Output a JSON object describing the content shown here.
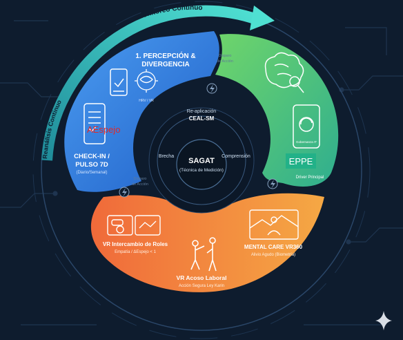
{
  "arcs": {
    "top_label": "Monitoreo Continuo",
    "left_label": "Reanálisis Continuo"
  },
  "segment_perception": {
    "title_line1": "1. PERCEPCIÓN &",
    "title_line2": "DIVERGENCIA",
    "caption_hrv": "HRV / VR",
    "checkin_line1": "CHECK-IN /",
    "checkin_line2": "PULSO 7D",
    "checkin_sub": "(Diario/Semanal)",
    "red_overlay": "AEspejo"
  },
  "segment_green": {
    "badge": "EPPE",
    "phone_caption": "Gobernanza IT",
    "driver": "Driver Principal",
    "trigger_top_line1": "Disparo",
    "trigger_top_line2": "de Acción"
  },
  "segment_orange": {
    "vr_roles_title": "VR Intercambio de Roles",
    "vr_roles_sub": "Empatía / ΔEspejo < 1",
    "vr_acoso_title": "VR Acoso Laboral",
    "vr_acoso_sub": "Acción Segura Ley Karin",
    "mental_title": "MENTAL CARE VR360",
    "mental_sub": "Alivio Agudo (Biometría)",
    "trigger_left_line1": "Disparo",
    "trigger_left_line2": "de Acción"
  },
  "center": {
    "replica_line1": "Re-aplicación",
    "replica_line2": "CEAL-SM",
    "brecha": "Brecha",
    "comprension": "Comprensión",
    "title": "SAGAT",
    "subtitle": "(Técnica de Medición)"
  },
  "colors": {
    "background": "#0e1c2e",
    "blue": "#2f7fe0",
    "green": "#4fc48a",
    "orange": "#f08a3c",
    "teal_arrow": "#3ed1c6"
  }
}
